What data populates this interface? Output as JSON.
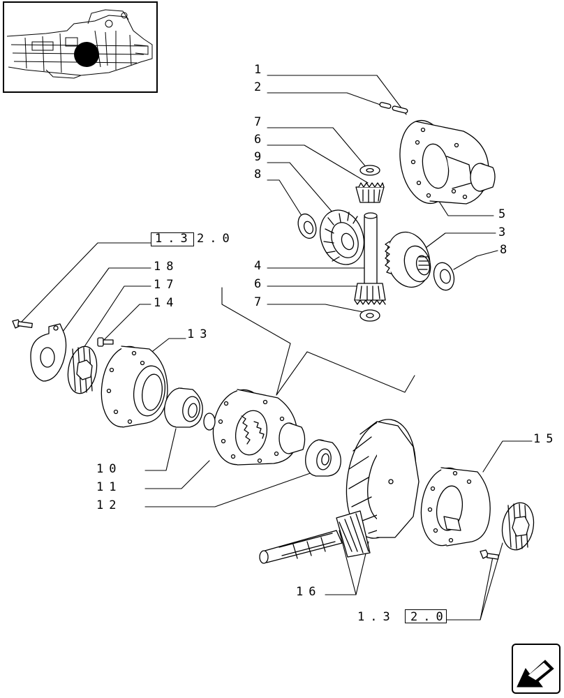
{
  "thumbnail": {
    "icon": "tractor-location-thumbnail",
    "marker_color": "#000000"
  },
  "nav_button": {
    "icon": "arrow-back-icon"
  },
  "references": {
    "top": {
      "boxed": "1.3",
      "rest": "2.0"
    },
    "bottom": {
      "prefix": "1.3",
      "boxed": "2.0"
    }
  },
  "callouts": {
    "c1": "1",
    "c2": "2",
    "c7a": "7",
    "c6a": "6",
    "c9": "9",
    "c8a": "8",
    "c5": "5",
    "c3": "3",
    "c8b": "8",
    "c4": "4",
    "c6b": "6",
    "c7b": "7",
    "c18": "18",
    "c17": "17",
    "c14": "14",
    "c13": "13",
    "c10": "10",
    "c11": "11",
    "c12": "12",
    "c15": "15",
    "c16": "16"
  }
}
